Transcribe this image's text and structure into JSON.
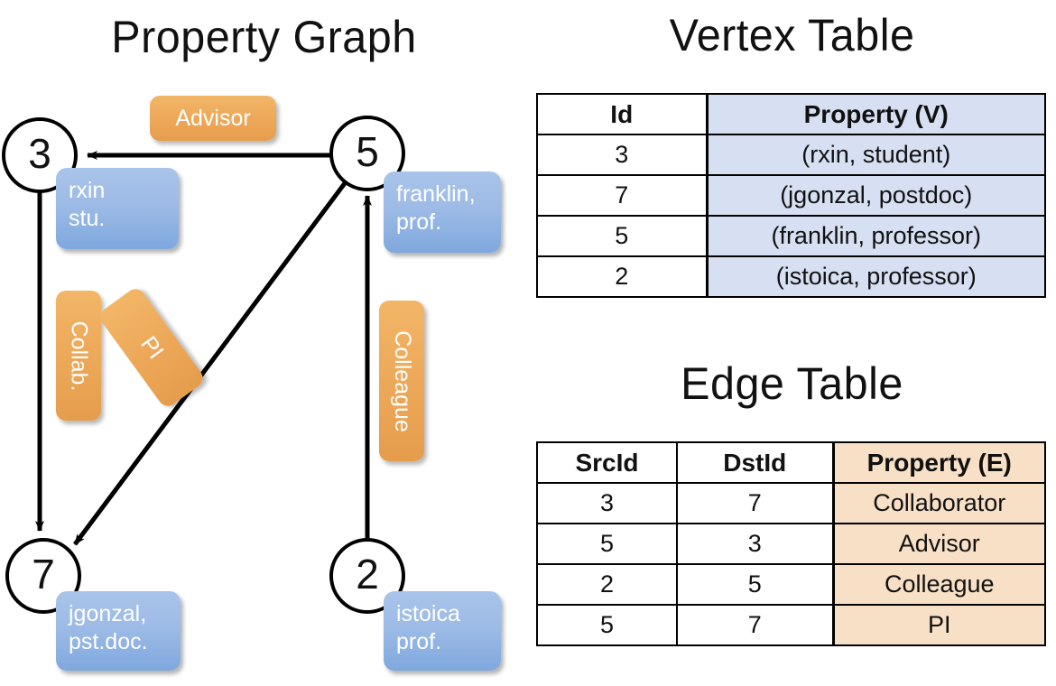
{
  "titles": {
    "graph": "Property Graph",
    "vertex_table": "Vertex Table",
    "edge_table": "Edge Table"
  },
  "graph": {
    "nodes": [
      {
        "id": "3",
        "name": "rxin",
        "role": "stu."
      },
      {
        "id": "5",
        "name": "franklin,",
        "role": "prof."
      },
      {
        "id": "7",
        "name": "jgonzal,",
        "role": "pst.doc."
      },
      {
        "id": "2",
        "name": "istoica",
        "role": "prof."
      }
    ],
    "edge_labels": [
      {
        "label": "Advisor",
        "src": "5",
        "dst": "3"
      },
      {
        "label": "Collab.",
        "src": "3",
        "dst": "7"
      },
      {
        "label": "PI",
        "src": "5",
        "dst": "7"
      },
      {
        "label": "Colleague",
        "src": "2",
        "dst": "5"
      }
    ]
  },
  "vertex_table": {
    "headers": [
      "Id",
      "Property (V)"
    ],
    "rows": [
      {
        "id": "3",
        "property": "(rxin, student)"
      },
      {
        "id": "7",
        "property": "(jgonzal, postdoc)"
      },
      {
        "id": "5",
        "property": "(franklin, professor)"
      },
      {
        "id": "2",
        "property": "(istoica, professor)"
      }
    ]
  },
  "edge_table": {
    "headers": [
      "SrcId",
      "DstId",
      "Property (E)"
    ],
    "rows": [
      {
        "src": "3",
        "dst": "7",
        "property": "Collaborator"
      },
      {
        "src": "5",
        "dst": "3",
        "property": "Advisor"
      },
      {
        "src": "2",
        "dst": "5",
        "property": "Colleague"
      },
      {
        "src": "5",
        "dst": "7",
        "property": "PI"
      }
    ]
  },
  "colors": {
    "vertex_property_fill": "#d6e0f2",
    "edge_property_fill": "#f7e0c6",
    "node_box_blue": "#9dbbe6",
    "edge_badge_orange": "#eeab5c",
    "stroke": "#000000"
  }
}
